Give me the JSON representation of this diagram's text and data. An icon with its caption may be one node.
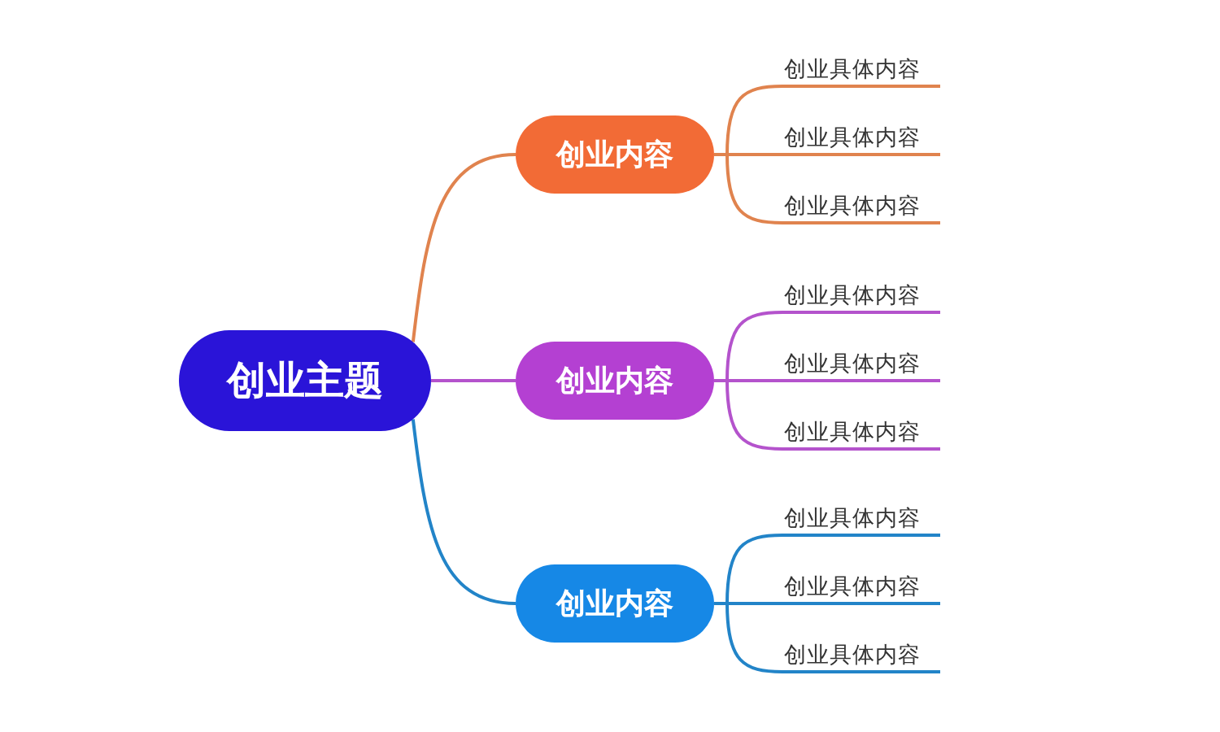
{
  "diagram": {
    "nodes": [
      {
        "text": [
          "创业主题"
        ]
      },
      {
        "text": [
          "创业内容"
        ]
      },
      {
        "text": [
          "创业具体内容"
        ]
      },
      {
        "text": [
          "创业具体内容"
        ]
      },
      {
        "text": [
          "创业具体内容"
        ]
      },
      {
        "text": [
          "创业内容"
        ]
      },
      {
        "text": [
          "创业具体内容"
        ]
      },
      {
        "text": [
          "创业具体内容"
        ]
      },
      {
        "text": [
          "创业具体内容"
        ]
      },
      {
        "text": [
          "创业内容"
        ]
      },
      {
        "text": [
          "创业具体内容"
        ]
      },
      {
        "text": [
          "创业具体内容"
        ]
      },
      {
        "text": [
          "创业具体内容"
        ]
      }
    ],
    "edges": [
      {
        "from": 0,
        "to": 1,
        "arrow": "none",
        "color": "#e0834e"
      },
      {
        "from": 1,
        "to": 2,
        "arrow": "none",
        "color": "#e0834e"
      },
      {
        "from": 1,
        "to": 3,
        "arrow": "none",
        "color": "#e0834e"
      },
      {
        "from": 1,
        "to": 4,
        "arrow": "none",
        "color": "#e0834e"
      },
      {
        "from": 0,
        "to": 5,
        "arrow": "none",
        "color": "#b453cc"
      },
      {
        "from": 5,
        "to": 6,
        "arrow": "none",
        "color": "#b453cc"
      },
      {
        "from": 5,
        "to": 7,
        "arrow": "none",
        "color": "#b453cc"
      },
      {
        "from": 5,
        "to": 8,
        "arrow": "none",
        "color": "#b453cc"
      },
      {
        "from": 0,
        "to": 9,
        "arrow": "none",
        "color": "#2284c8"
      },
      {
        "from": 9,
        "to": 10,
        "arrow": "none",
        "color": "#2284c8"
      },
      {
        "from": 9,
        "to": 11,
        "arrow": "none",
        "color": "#2284c8"
      },
      {
        "from": 9,
        "to": 12,
        "arrow": "none",
        "color": "#2284c8"
      }
    ]
  }
}
